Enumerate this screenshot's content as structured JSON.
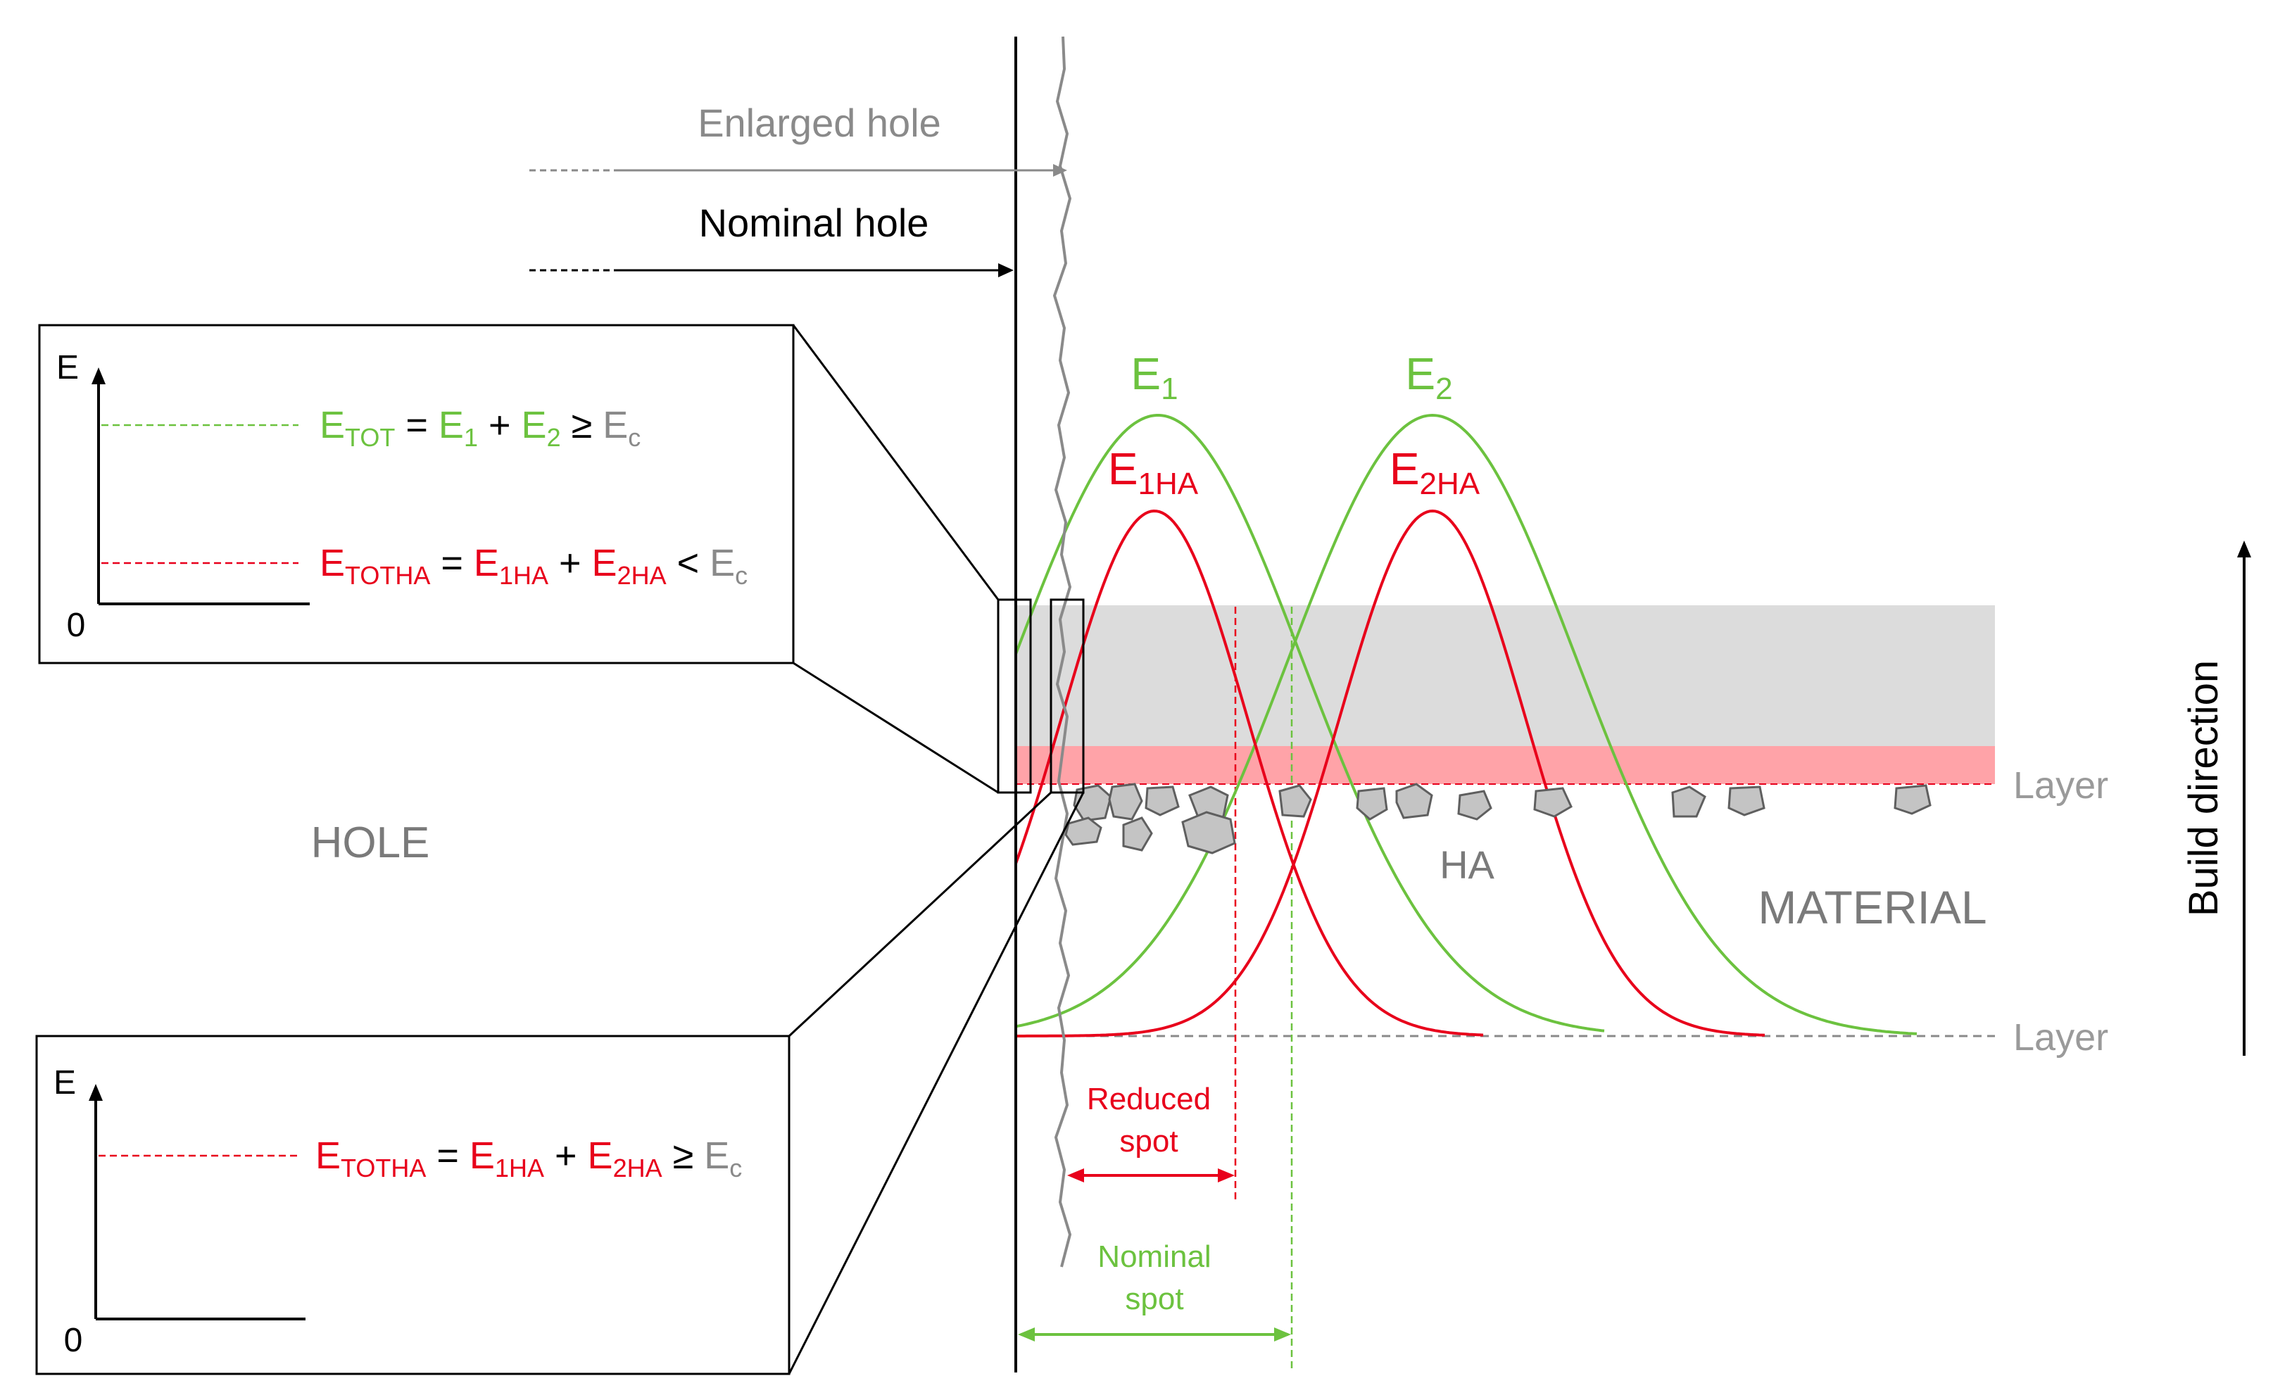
{
  "colors": {
    "green": "#6cc23f",
    "red": "#e8001b",
    "gray": "#8a8a8a",
    "black": "#000000",
    "gray_band": "#dcdcdc",
    "pink_band": "#ffa3a8",
    "particle_fill": "#c4c4c4",
    "particle_stroke": "#5f5f5f"
  },
  "labels": {
    "enlarged_hole": "Enlarged hole",
    "nominal_hole": "Nominal hole",
    "hole": "HOLE",
    "material": "MATERIAL",
    "ha": "HA",
    "layer_top": "Layer",
    "layer_bottom": "Layer",
    "build_direction": "Build direction",
    "reduced_spot_line1": "Reduced",
    "reduced_spot_line2": "spot",
    "nominal_spot_line1": "Nominal",
    "nominal_spot_line2": "spot"
  },
  "curves": {
    "e1": {
      "base": "E",
      "sub": "1"
    },
    "e2": {
      "base": "E",
      "sub": "2"
    },
    "e1ha": {
      "base": "E",
      "sub": "1HA"
    },
    "e2ha": {
      "base": "E",
      "sub": "2HA"
    }
  },
  "inset_top": {
    "axis_label": "E",
    "origin_label": "0",
    "eq1": {
      "t1": "E",
      "t1_sub": "TOT",
      "op1": " = ",
      "t2": "E",
      "t2_sub": "1",
      "op2": " + ",
      "t3": "E",
      "t3_sub": "2",
      "op3": " ≥ ",
      "t4": "E",
      "t4_sub": "c"
    },
    "eq2": {
      "t1": "E",
      "t1_sub": "TOTHA",
      "op1": " = ",
      "t2": "E",
      "t2_sub": "1HA",
      "op2": " + ",
      "t3": "E",
      "t3_sub": "2HA",
      "op3": " < ",
      "t4": "E",
      "t4_sub": "c"
    }
  },
  "inset_bottom": {
    "axis_label": "E",
    "origin_label": "0",
    "eq1": {
      "t1": "E",
      "t1_sub": "TOTHA",
      "op1": " = ",
      "t2": "E",
      "t2_sub": "1HA",
      "op2": " + ",
      "t3": "E",
      "t3_sub": "2HA",
      "op3": " ≥ ",
      "t4": "E",
      "t4_sub": "c"
    }
  }
}
